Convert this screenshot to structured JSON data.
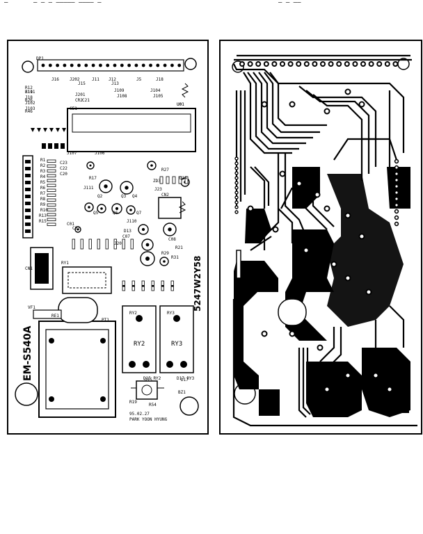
{
  "top_header": {
    "fragments": [
      "—",
      "— — — ————— ———— —",
      "— — ——"
    ]
  },
  "silkscreen": {
    "model": "EM-S540A",
    "part_number": "5247W2Y58",
    "date_line": "95.02.27",
    "maker_line": "PARK YOON HYUNG",
    "connector_labels": [
      "DP1",
      "J16",
      "J202",
      "J11",
      "J12",
      "J5",
      "J18",
      "J15",
      "J13",
      "J101",
      "J18",
      "J102",
      "J104",
      "J105",
      "J201",
      "J109",
      "J108",
      "J106",
      "J107",
      "J103",
      "J111",
      "J20",
      "J110",
      "J23"
    ],
    "component_labels": [
      "R12",
      "R11",
      "R26",
      "R46",
      "CR2",
      "C21",
      "CE1",
      "U01",
      "C23",
      "C22",
      "C20",
      "R1",
      "R2",
      "R3",
      "R4",
      "R5",
      "R6",
      "R7",
      "R8",
      "R9",
      "R10",
      "R13",
      "R15",
      "Q5",
      "Q6",
      "Q7",
      "Q2",
      "Q3",
      "Q4",
      "CN2",
      "CN1",
      "RY1",
      "RY2",
      "RY3",
      "PT1",
      "D14",
      "ZD3",
      "R27",
      "R17",
      "R19",
      "C01",
      "C02",
      "C07",
      "C08",
      "D13",
      "R21",
      "VF1",
      "RE1",
      "D15",
      "D17",
      "BZ1",
      "R54",
      "R29",
      "R31"
    ],
    "relay_labels": [
      "RY2",
      "RY3"
    ],
    "ic_labels": [
      "U01"
    ],
    "note_labels": [
      "D15 RY2",
      "D17 RY3"
    ]
  }
}
